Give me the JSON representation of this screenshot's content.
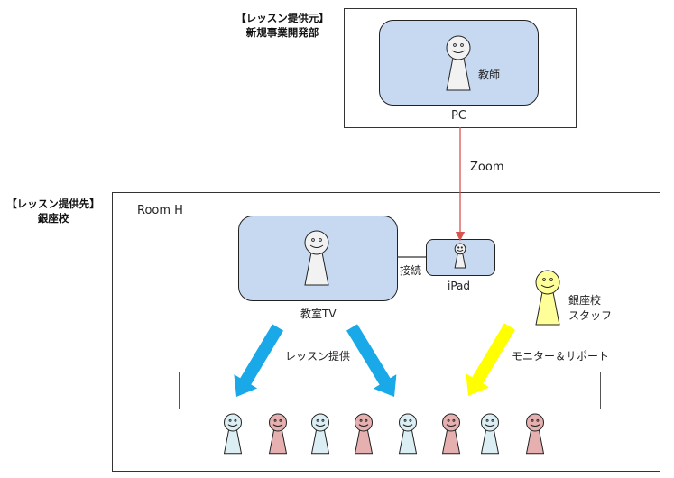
{
  "provider": {
    "heading": "【レッスン提供元】",
    "department": "新規事業開発部",
    "device_label": "PC",
    "person_label": "教師"
  },
  "connection": {
    "label": "Zoom",
    "color": "#d9534f"
  },
  "recipient": {
    "heading": "【レッスン提供先】",
    "school": "銀座校",
    "room_label": "Room H",
    "tv_label": "教室TV",
    "link_label": "接続",
    "ipad_label": "iPad",
    "staff_label_line1": "銀座校",
    "staff_label_line2": "スタッフ",
    "lesson_label": "レッスン提供",
    "support_label": "モニター＆サポート"
  },
  "colors": {
    "screen_fill": "#c6d9f1",
    "lesson_arrow": "#1aa9e8",
    "support_arrow": "#ffff00",
    "staff_fill": "#ffff99",
    "teacher_fill": "#f2f2f2",
    "student_blue": "#dbeef4",
    "student_pink": "#e6b0b0"
  },
  "students": [
    "blue",
    "pink",
    "blue",
    "pink",
    "blue",
    "pink",
    "blue",
    "pink"
  ]
}
